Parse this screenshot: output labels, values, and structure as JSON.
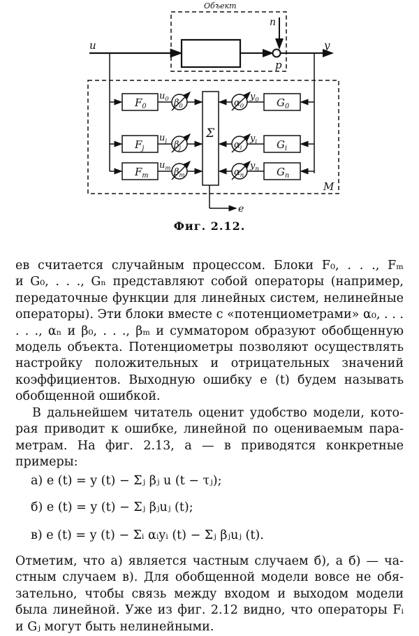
{
  "figure": {
    "object_label": "Объект",
    "u": "u",
    "y": "y",
    "n": "n",
    "p": "p",
    "e": "e",
    "M": "M",
    "sigma": "Σ",
    "F": [
      "F0",
      "Fj",
      "Fm"
    ],
    "u_sig": [
      "u0",
      "uj",
      "um"
    ],
    "beta": [
      "β0",
      "βj",
      "βm"
    ],
    "alpha": [
      "α0",
      "αi",
      "αn"
    ],
    "y_sig": [
      "y0",
      "yi",
      "yn"
    ],
    "G": [
      "G0",
      "Gi",
      "Gn"
    ],
    "caption": "Фиг. 2.12."
  },
  "text": {
    "p1": [
      "ев считается случайным процессом. Блоки F₀, . . ., Fₘ",
      "и G₀, . . ., Gₙ представляют собой операторы (например,",
      "передаточные функции для линейных систем, нелинейные",
      "операторы). Эти блоки вместе с «потенциометрами» α₀, . . .",
      ". . ., αₙ и β₀, . . ., βₘ и сумматором образуют обобщенную",
      "модель объекта. Потенциометры позволяют осуществлять",
      "настройку положительных и отрицательных значений",
      "коэффициентов. Выходную ошибку e (t) будем называть",
      "обобщенной ошибкой."
    ],
    "p2": [
      "В дальнейшем читатель оценит удобство модели, кото-",
      "рая приводит к ошибке, линейной по оцениваемым пара-",
      "метрам. На фиг. 2.13, а — в приводятся конкретные",
      "примеры:"
    ],
    "formulas": [
      "а) e (t) = y (t) − Σⱼ βⱼ u (t − τⱼ);",
      "б) e (t) = y (t) − Σⱼ βⱼuⱼ (t);",
      "в) e (t) = y (t) − Σᵢ αᵢyᵢ (t) − Σⱼ βⱼuⱼ (t)."
    ],
    "p3": [
      "Отметим, что а) является частным случаем б), а б) — ча-",
      "стным случаем в). Для обобщенной модели вовсе не обя-",
      "зательно, чтобы связь между входом и выходом модели",
      "была линейной. Уже из фиг. 2.12 видно, что операторы Fᵢ",
      "и Gⱼ могут быть нелинейными."
    ]
  }
}
